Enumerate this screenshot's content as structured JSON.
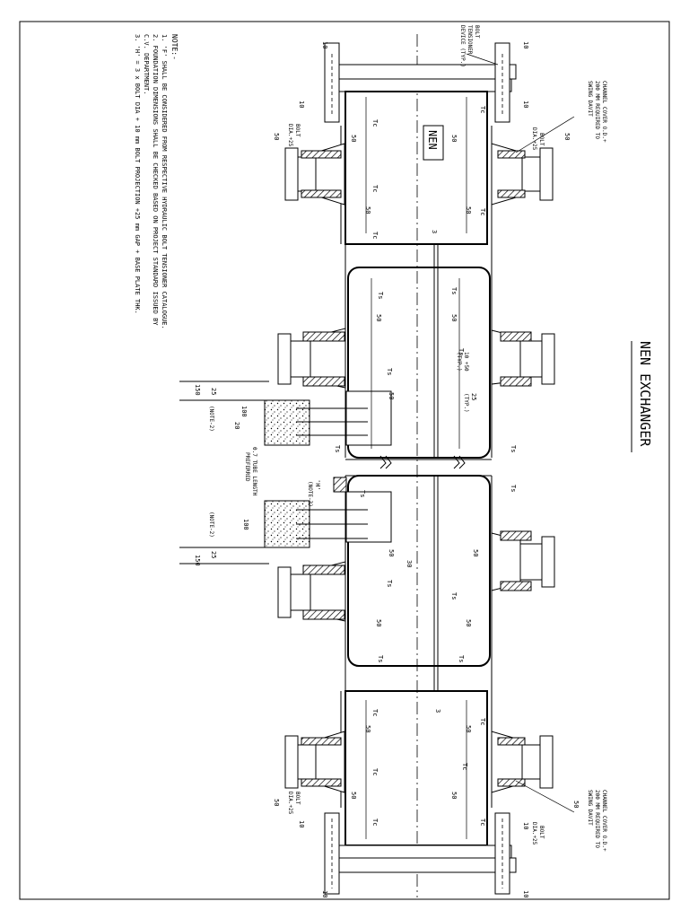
{
  "title": "NEN EXCHANGER",
  "body_tag": "NEN",
  "notes": {
    "heading": "NOTE:-",
    "items": [
      "1. 'F' SHALL BE CONSIDERED FROM RESPECTIVE HYDRAULIC BOLT TENSIONER CATALOGUE.",
      "2. FOUNDATION DIMENSIONS SHALL BE CHECKED BASED ON PROJECT STANDARD ISSUED BY",
      "    C.V. DEPARTMENT.",
      "3. 'H' = 3 x BOLT DIA + 10 mm BOLT PROJECTION +25 mm GAP + BASE PLATE THK."
    ]
  },
  "callouts": {
    "bolt_tensioner": [
      "BOLT",
      "TENSIONER",
      "DEVICE (TYP.)"
    ],
    "channel_cover_top": [
      "CHANNEL COVER O.D.+",
      "200 MM REQUIRED TO",
      "SWING DAVIT"
    ],
    "channel_cover_bottom": [
      "CHANNEL COVER O.D.+",
      "200 MM REQUIRED TO",
      "SWING DAVIT"
    ],
    "bolt": "BOLT",
    "bolt_dia": "DIA.+25",
    "tube_length": [
      "0.7 TUBE LENGTH",
      "PREFERRED"
    ],
    "h_label": "'H'",
    "note3": "(NOTE-3)",
    "note2": "(NOTE-2)",
    "typ10": "10 +50",
    "typ": "(TYP.)"
  },
  "labels": {
    "tc": "Tc",
    "ts": "Ts",
    "d10": "10",
    "d50": "50",
    "d25": "25",
    "d20": "20",
    "d100": "100",
    "d150": "150",
    "d30": "30",
    "d3": "3"
  }
}
